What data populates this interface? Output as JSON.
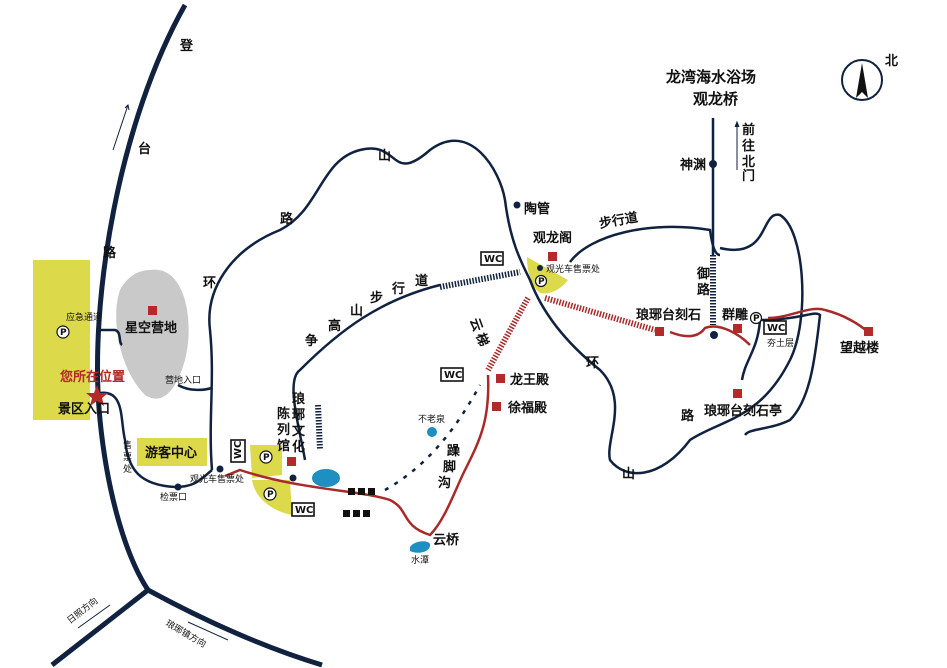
{
  "compass": {
    "north": "北"
  },
  "roads": {
    "dengtai": [
      "登",
      "台",
      "路"
    ],
    "huanshan": [
      "环",
      "山",
      "路"
    ],
    "ring_lower": [
      "环",
      "路",
      "山"
    ],
    "zhenggao": [
      "争",
      "高",
      "山",
      "步",
      "行",
      "道"
    ],
    "buxing": "步行道",
    "yulu": [
      "御",
      "路"
    ],
    "yunti": [
      "云",
      "梯"
    ],
    "zaojiaogou": [
      "躁",
      "脚",
      "沟"
    ],
    "to_north": [
      "前",
      "往",
      "北",
      "门"
    ]
  },
  "places": {
    "longwan": "龙湾海水浴场",
    "guanlongqiao": "观龙桥",
    "shenyuan": "神渊",
    "taoguan": "陶管",
    "guanlongge": "观龙阁",
    "bus_ticket": "观光车售票处",
    "langya_stone": "琅琊台刻石",
    "qundiao": "群雕",
    "hangtu": "夯土层",
    "wangyue": "望越楼",
    "stone_pavilion": "琅琊台刻石亭",
    "longwang": "龙王殿",
    "xufu": "徐福殿",
    "bulaoquan": "不老泉",
    "yunqiao": "云桥",
    "shuitan": "水潭",
    "culture_hall": [
      "琅",
      "琊",
      "文",
      "化"
    ],
    "culture_hall2": [
      "陈",
      "列",
      "馆"
    ],
    "camp": "星空营地",
    "camp_entrance": "营地入口",
    "emergency": "应急通道",
    "you_are_here": "您所在位置",
    "entrance": "景区入口",
    "ticket_office": [
      "售",
      "票",
      "处"
    ],
    "visitor_center": "游客中心",
    "check": "检票口",
    "to_rizhao": "日照方向",
    "to_langya": "琅琊镇方向"
  },
  "icons": {
    "wc": "WC",
    "parking": "P"
  },
  "colors": {
    "road": "#10223f",
    "trail": "#a82a2a",
    "zone": "#dcd94a",
    "camp": "#c9c9c9",
    "water": "#1d8fc0"
  }
}
